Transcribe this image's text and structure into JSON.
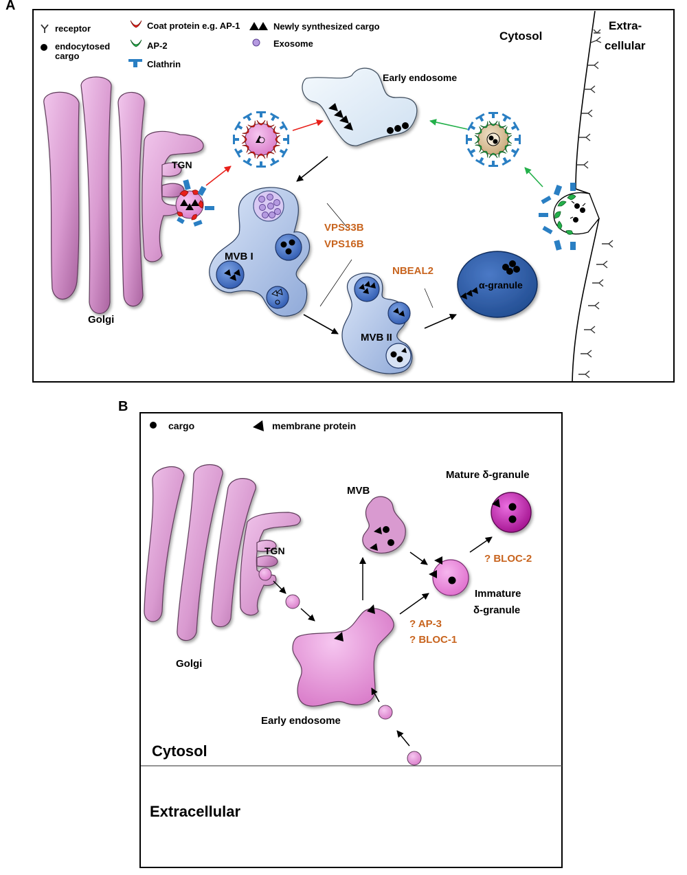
{
  "panel_a": {
    "letter": "A",
    "legend": {
      "receptor": "receptor",
      "endocytosed_line1": "endocytosed",
      "endocytosed_line2": "cargo",
      "coat": "Coat protein e.g. AP-1",
      "ap2": "AP-2",
      "clathrin": "Clathrin",
      "new_cargo": "Newly synthesized cargo",
      "exosome": "Exosome"
    },
    "cytosol": "Cytosol",
    "extra_line1": "Extra-",
    "extra_line2": "cellular",
    "early_endosome": "Early endosome",
    "tgn": "TGN",
    "golgi": "Golgi",
    "mvb1": "MVB I",
    "mvb2": "MVB II",
    "vps33b": "VPS33B",
    "vps16b": "VPS16B",
    "nbeal2": "NBEAL2",
    "alpha_granule": "α-granule"
  },
  "panel_b": {
    "letter": "B",
    "legend": {
      "cargo": "cargo",
      "membrane_protein": "membrane protein"
    },
    "mvb": "MVB",
    "mature_line1": "Mature δ-granule",
    "tgn": "TGN",
    "golgi": "Golgi",
    "bloc2": "? BLOC-2",
    "immature_line1": "Immature",
    "immature_line2": "δ-granule",
    "ap3": "? AP-3",
    "bloc1": "? BLOC-1",
    "early_endosome": "Early endosome",
    "cytosol": "Cytosol",
    "extracellular": "Extracellular"
  },
  "colors": {
    "golgi_pink": "#d99ad0",
    "coat_red": "#e8201a",
    "ap2_green": "#23b04a",
    "clathrin_blue": "#2a7fc3",
    "mvb_blue": "#b6cbee",
    "alpha_blue": "#2b5aa6",
    "early_endosome_a": "#e3eef8",
    "exosome_purple": "#b59ae0",
    "label_orange": "#c8641e",
    "mature_magenta": "#c21fb0",
    "immature_pink": "#ea7fd8"
  }
}
